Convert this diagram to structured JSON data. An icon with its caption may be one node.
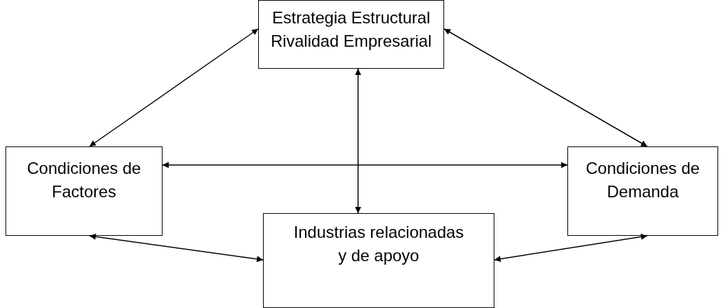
{
  "diagram": {
    "nodes": [
      {
        "text": [
          "Estrategia Estructural Rivalidad Empresarial"
        ]
      },
      {
        "text": [
          "Condiciones de Factores"
        ]
      },
      {
        "text": [
          "Condiciones de Demanda"
        ]
      },
      {
        "text": [
          "Industrias relacionadas y de apoyo"
        ]
      }
    ],
    "edges": [
      {
        "from": 0,
        "to": 1,
        "arrow": "both"
      },
      {
        "from": 0,
        "to": 2,
        "arrow": "both"
      },
      {
        "from": 0,
        "to": 3,
        "arrow": "both"
      },
      {
        "from": 1,
        "to": 2,
        "arrow": "both"
      },
      {
        "from": 1,
        "to": 3,
        "arrow": "both"
      },
      {
        "from": 3,
        "to": 2,
        "arrow": "both"
      }
    ]
  }
}
